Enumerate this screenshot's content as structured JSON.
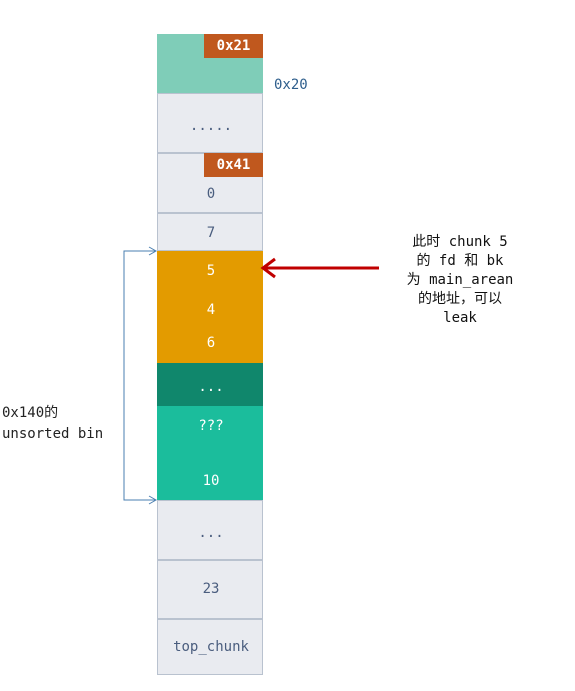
{
  "chunks": {
    "tag_top": "0x21",
    "size_label": "0x20",
    "dots_1": ".....",
    "tag_mid": "0x41",
    "idx_0": "0",
    "idx_7": "7",
    "idx_5": "5",
    "idx_4": "4",
    "idx_6": "6",
    "dots_2": "...",
    "unknown": "???",
    "idx_10": "10",
    "dots_3": "...",
    "idx_23": "23",
    "top_chunk": "top_chunk"
  },
  "side_label": {
    "line1": "0x140的",
    "line2": "unsorted bin"
  },
  "note": {
    "line1": "此时 chunk 5",
    "line2": "的 fd 和 bk",
    "line3": "为 main_arean",
    "line4": "的地址，可以",
    "line5": "leak"
  },
  "colors": {
    "tag": "#c0581e",
    "mint": "#7fcdb8",
    "gray": "#e9ebf0",
    "orange": "#e39b00",
    "dark_teal": "#10876c",
    "teal": "#1bbd9c",
    "arrow_red": "#c00000",
    "bracket_blue": "#4a7fb0"
  }
}
